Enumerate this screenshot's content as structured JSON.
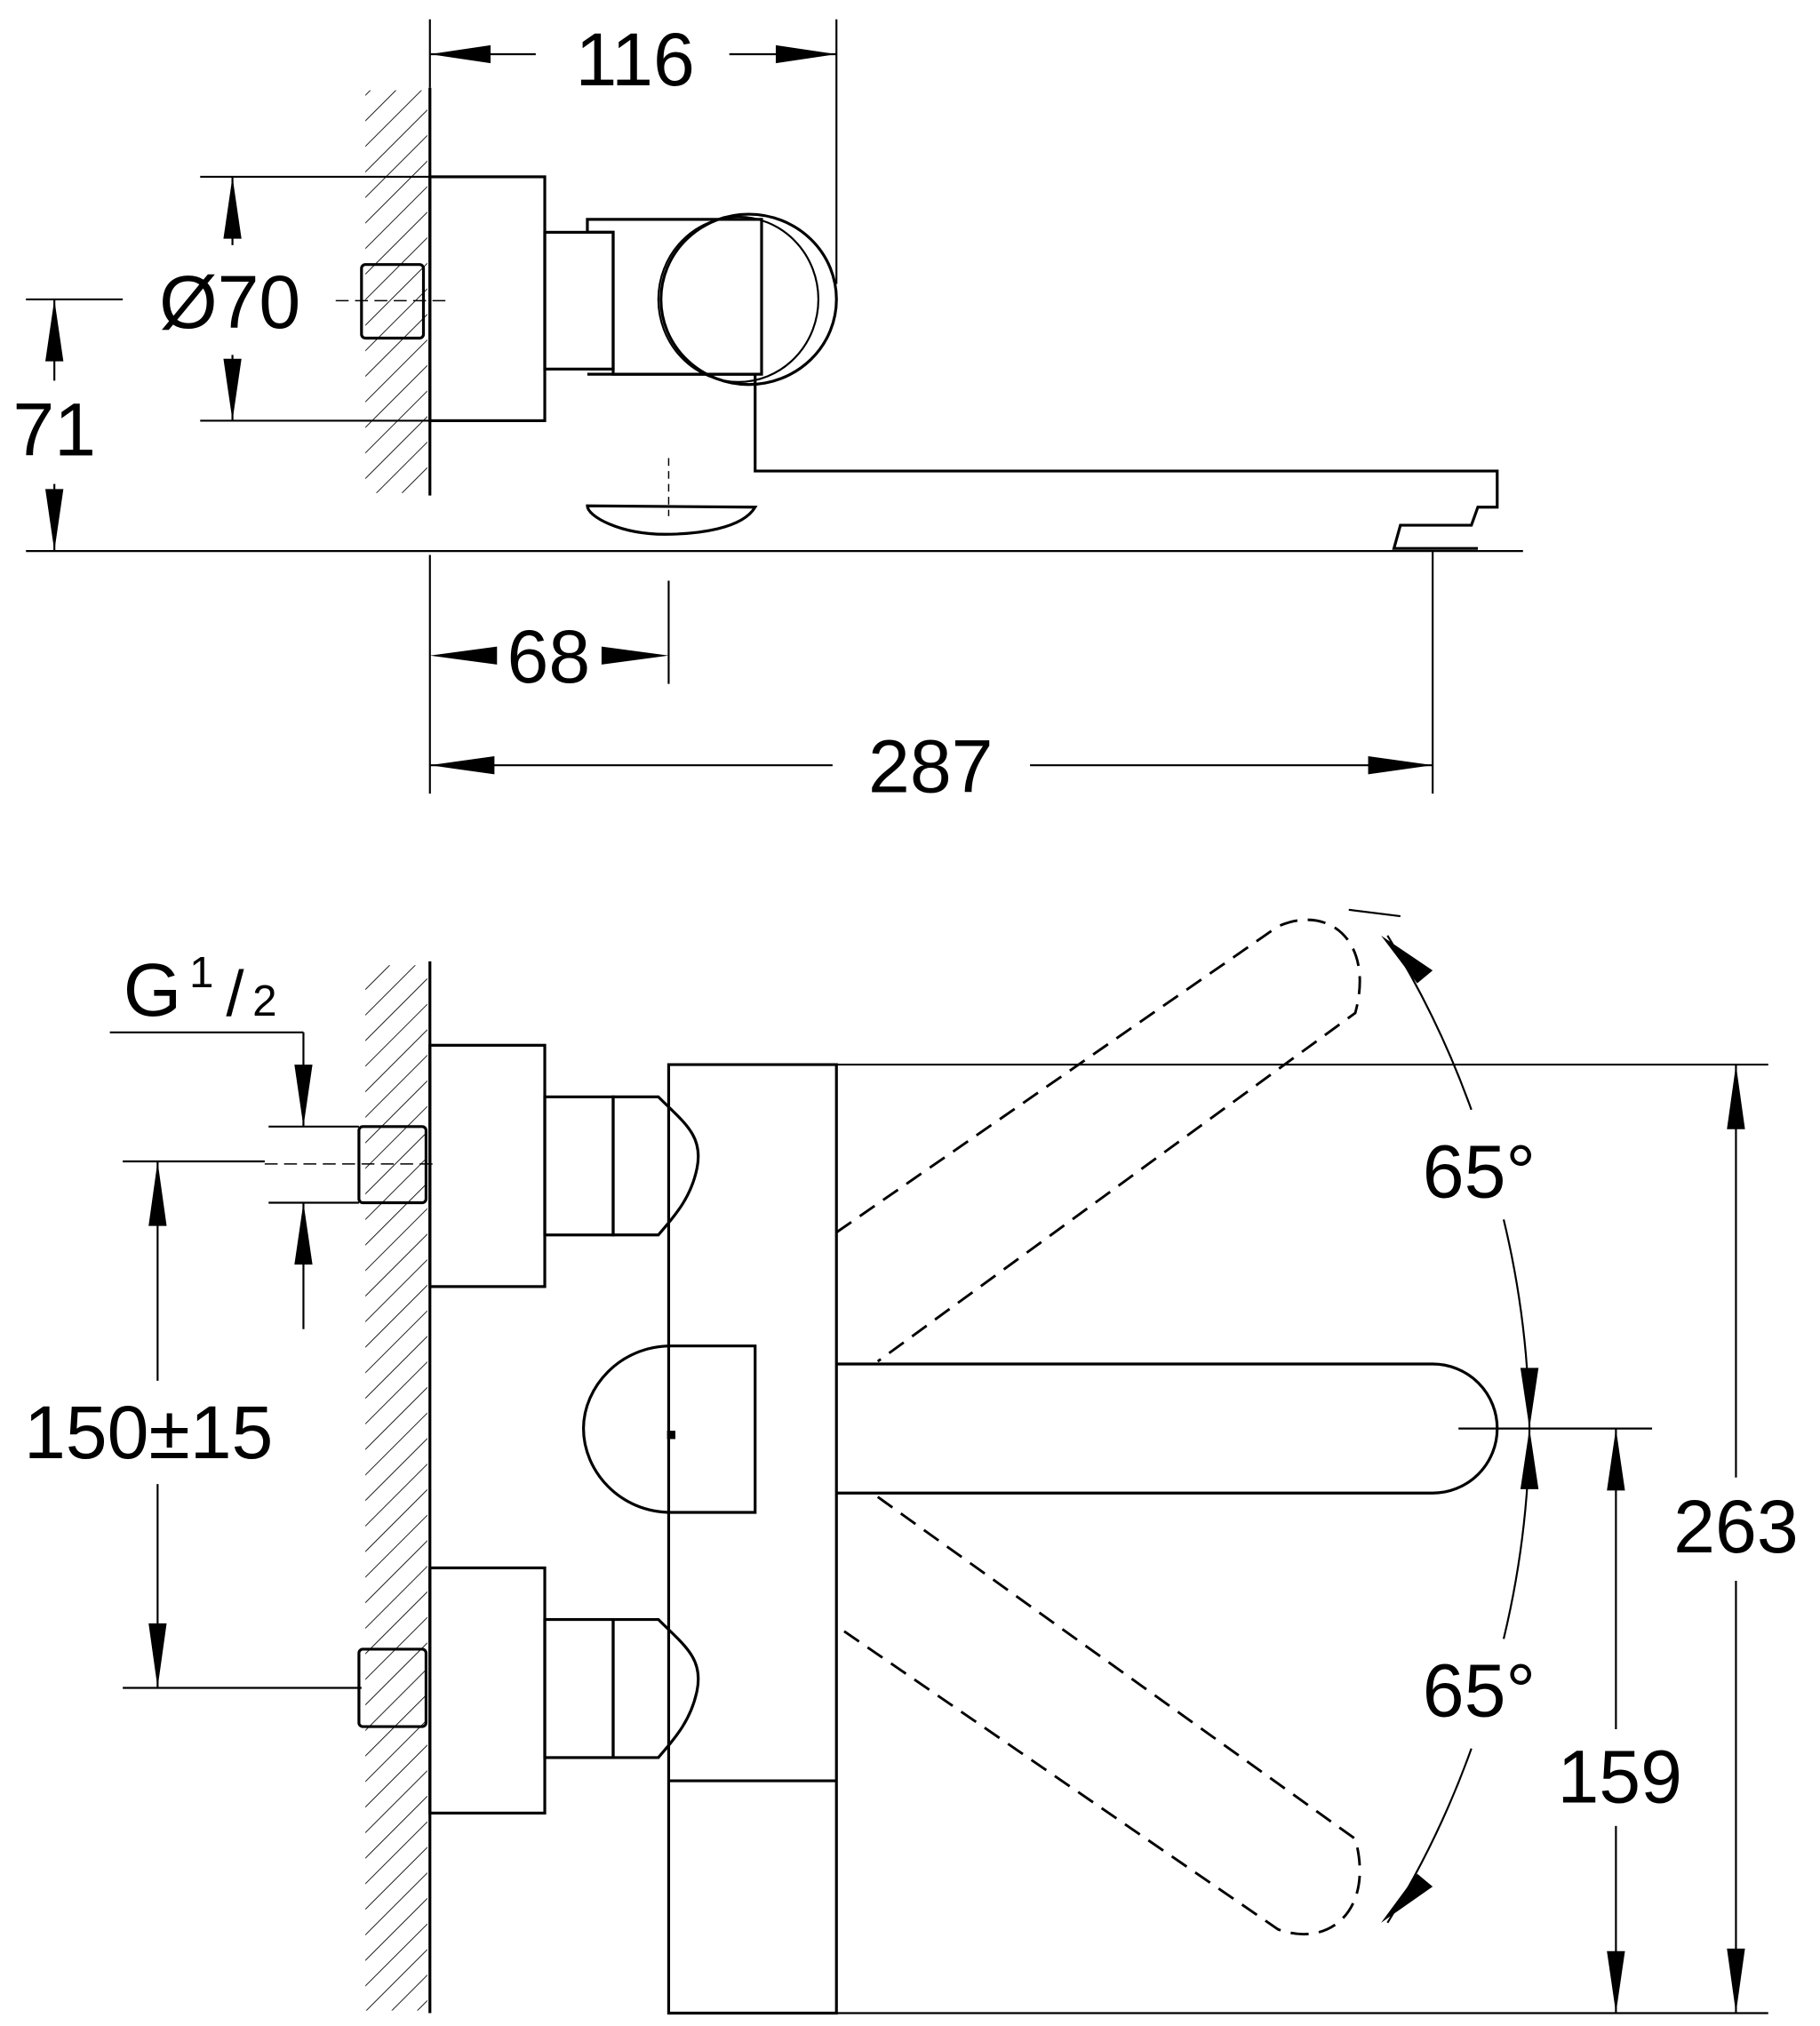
{
  "title": "Wall-mounted mixer dimension drawing",
  "top_view": {
    "dim_depth_handle": "116",
    "dim_diameter": "Ø70",
    "dim_height_axis": "71",
    "dim_axis_offset": "68",
    "dim_spout_reach": "287"
  },
  "front_view": {
    "thread_label": "G",
    "thread_fraction_num": "1",
    "thread_fraction_den": "2",
    "dim_centers": "150±15",
    "angle_upper": "65°",
    "angle_lower": "65°",
    "dim_total_height": "263",
    "dim_spout_height": "159"
  },
  "colors": {
    "line": "#000000",
    "background": "#ffffff"
  }
}
